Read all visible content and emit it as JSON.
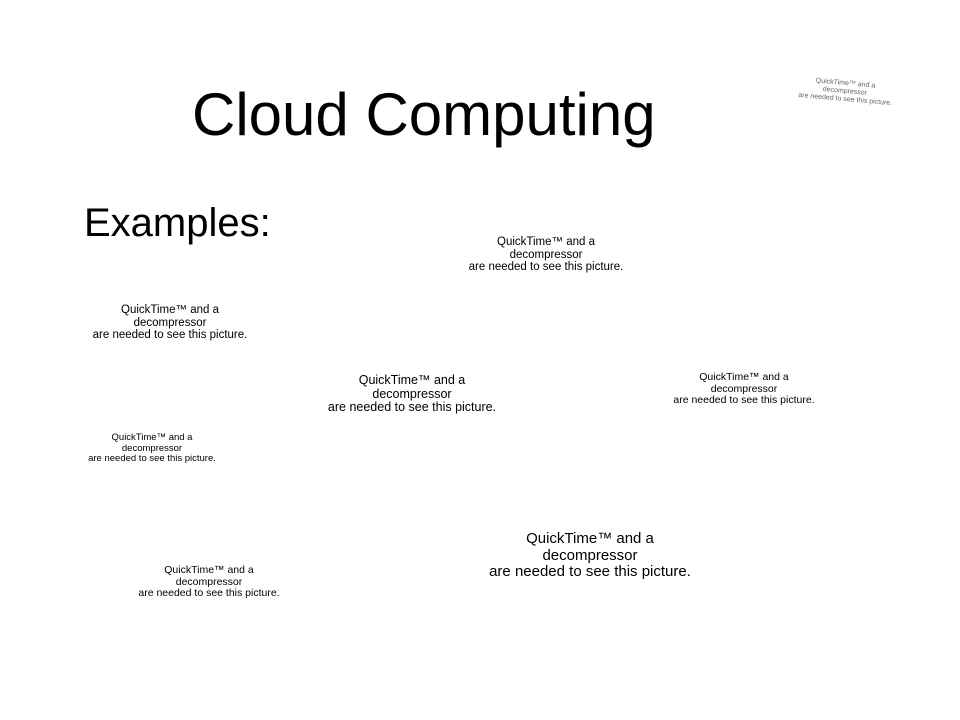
{
  "slide": {
    "title": "Cloud Computing",
    "bullet": "Examples:"
  },
  "placeholder": {
    "line1": "QuickTime™ and a",
    "line2": "decompressor",
    "line3": "are needed to see this picture."
  }
}
